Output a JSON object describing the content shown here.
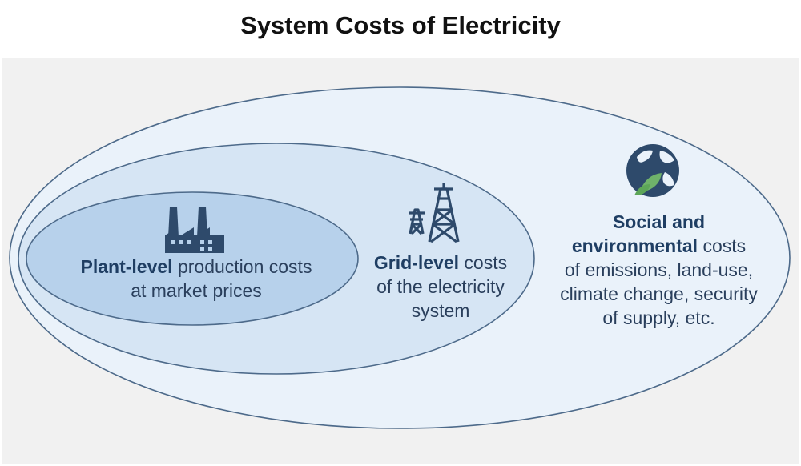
{
  "title": "System Costs of Electricity",
  "plant": {
    "bold": "Plant-level",
    "rest_line1": "production costs",
    "line2": "at market prices",
    "icon": "factory-icon"
  },
  "grid": {
    "bold": "Grid-level",
    "rest_line1": "costs",
    "line2": "of the electricity",
    "line3": "system",
    "icon": "transmission-tower-icon"
  },
  "social": {
    "bold_line1": "Social and",
    "bold_line2": "environmental",
    "rest_line2": "costs",
    "line3": "of emissions, land-use,",
    "line4": "climate change, security",
    "line5": "of supply, etc.",
    "icon": "earth-leaf-icon"
  },
  "colors": {
    "outer_fill": "#eaf2fa",
    "middle_fill": "#d3e3f3",
    "inner_fill": "#b4cfea",
    "stroke": "#4d6a8a",
    "text": "#2a3f5c",
    "icon": "#2e4a6b"
  }
}
